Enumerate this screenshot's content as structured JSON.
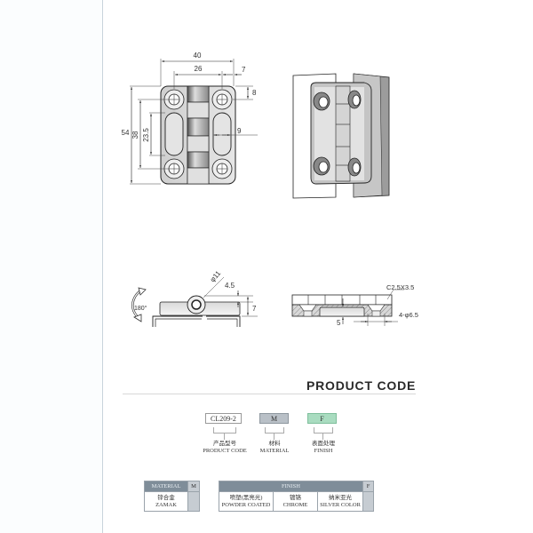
{
  "drawing": {
    "front_view": {
      "dimensions": {
        "overall_width": "40",
        "hole_spacing_horizontal": "26",
        "edge_to_hole_horizontal": "7",
        "edge_to_hole_vertical": "8",
        "overall_height": "54",
        "hole_spacing_vertical": "38",
        "slot_length": "23.5",
        "slot_width": "9"
      }
    },
    "side_view": {
      "rotation": "180°",
      "pin_diameter": "φ11",
      "knuckle_offset": "4.5",
      "thickness": "7"
    },
    "section_view": {
      "chamfer": "C2.5X3.5",
      "recess_depth": "5",
      "holes": "4-φ6.5"
    }
  },
  "product_code": {
    "title": "PRODUCT CODE",
    "fields": [
      {
        "code": "CL209-2",
        "label_cn": "产品型号",
        "label_en": "PRODUCT CODE"
      },
      {
        "code": "M",
        "label_cn": "材料",
        "label_en": "MATERIAL"
      },
      {
        "code": "F",
        "label_cn": "表面处理",
        "label_en": "FINISH"
      }
    ]
  },
  "material_table": {
    "header": "MATERIAL",
    "code_header": "M",
    "rows": [
      {
        "cn": "锌合金",
        "en": "ZAMAK"
      }
    ]
  },
  "finish_table": {
    "header": "FINISH",
    "code_header": "F",
    "options": [
      {
        "cn": "喷塑(黑亮光)",
        "en": "POWDER COATED"
      },
      {
        "cn": "镀铬",
        "en": "CHROME"
      },
      {
        "cn": "纳米亚光",
        "en": "SILVER COLOR"
      }
    ]
  },
  "colors": {
    "material_box": "#b9c0c7",
    "finish_box": "#a9dcc0",
    "table_header": "#7f8d99"
  }
}
